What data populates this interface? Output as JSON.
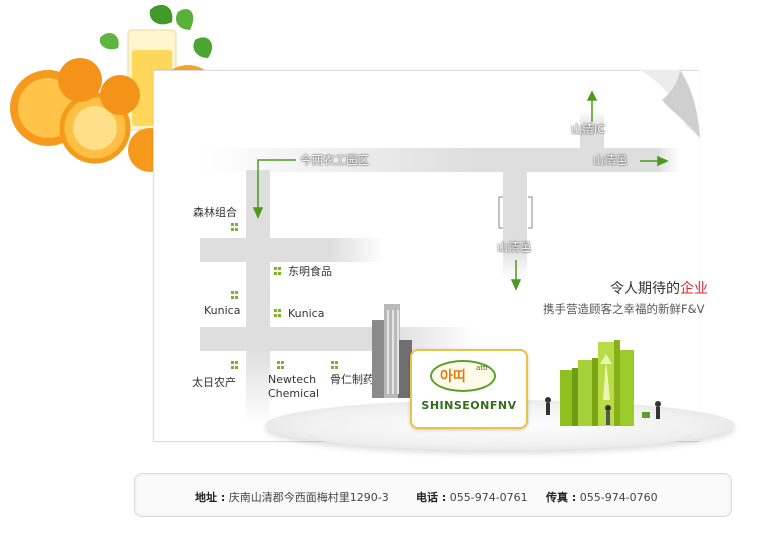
{
  "map": {
    "roads": {
      "main_road_label": "今西农工园区",
      "ic_label": "山清IC",
      "right_exit_label": "山清邑",
      "vertical_road_label": "山清邑"
    },
    "places": [
      {
        "name": "森林组合"
      },
      {
        "name": "东明食品"
      },
      {
        "name": "Kunica"
      },
      {
        "name": "Kunica"
      },
      {
        "name": "太日农产"
      },
      {
        "name": "Newtech"
      },
      {
        "name": "Chemical"
      },
      {
        "name": "骨仁制药"
      }
    ]
  },
  "tagline": {
    "line1_prefix": "令人期待的",
    "line1_highlight": "企业",
    "line2": "携手营造顾客之幸福的新鲜F&V"
  },
  "logo": {
    "mark": "아띠",
    "mark_small": "atti",
    "company": "SHINSEONFNV"
  },
  "footer": {
    "address_label": "地址 :",
    "address": "庆南山清郡今西面梅村里1290-3",
    "phone_label": "电话 :",
    "phone": "055-974-0761",
    "fax_label": "传真 :",
    "fax": "055-974-0760"
  },
  "colors": {
    "accent_green": "#7db32a",
    "highlight_red": "#e0262d",
    "road_gray": "#dedede"
  }
}
